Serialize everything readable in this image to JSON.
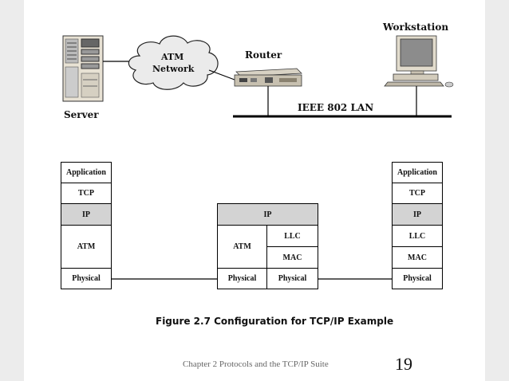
{
  "top": {
    "server_label": "Server",
    "cloud_label_line1": "ATM",
    "cloud_label_line2": "Network",
    "router_label": "Router",
    "workstation_label": "Workstation",
    "lan_label": "IEEE 802 LAN"
  },
  "stacks": {
    "left": [
      "Application",
      "TCP",
      "IP",
      "ATM",
      "Physical"
    ],
    "middle": {
      "ip": "IP",
      "atm": "ATM",
      "llc": "LLC",
      "mac": "MAC",
      "physical_left": "Physical",
      "physical_right": "Physical"
    },
    "right": [
      "Application",
      "TCP",
      "IP",
      "LLC",
      "MAC",
      "Physical"
    ]
  },
  "caption": "Figure 2.7  Configuration for TCP/IP Example",
  "footer": "Chapter 2 Protocols and the TCP/IP Suite",
  "page_number": "19",
  "colors": {
    "highlight": "#d3d3d3",
    "line": "#000000"
  }
}
